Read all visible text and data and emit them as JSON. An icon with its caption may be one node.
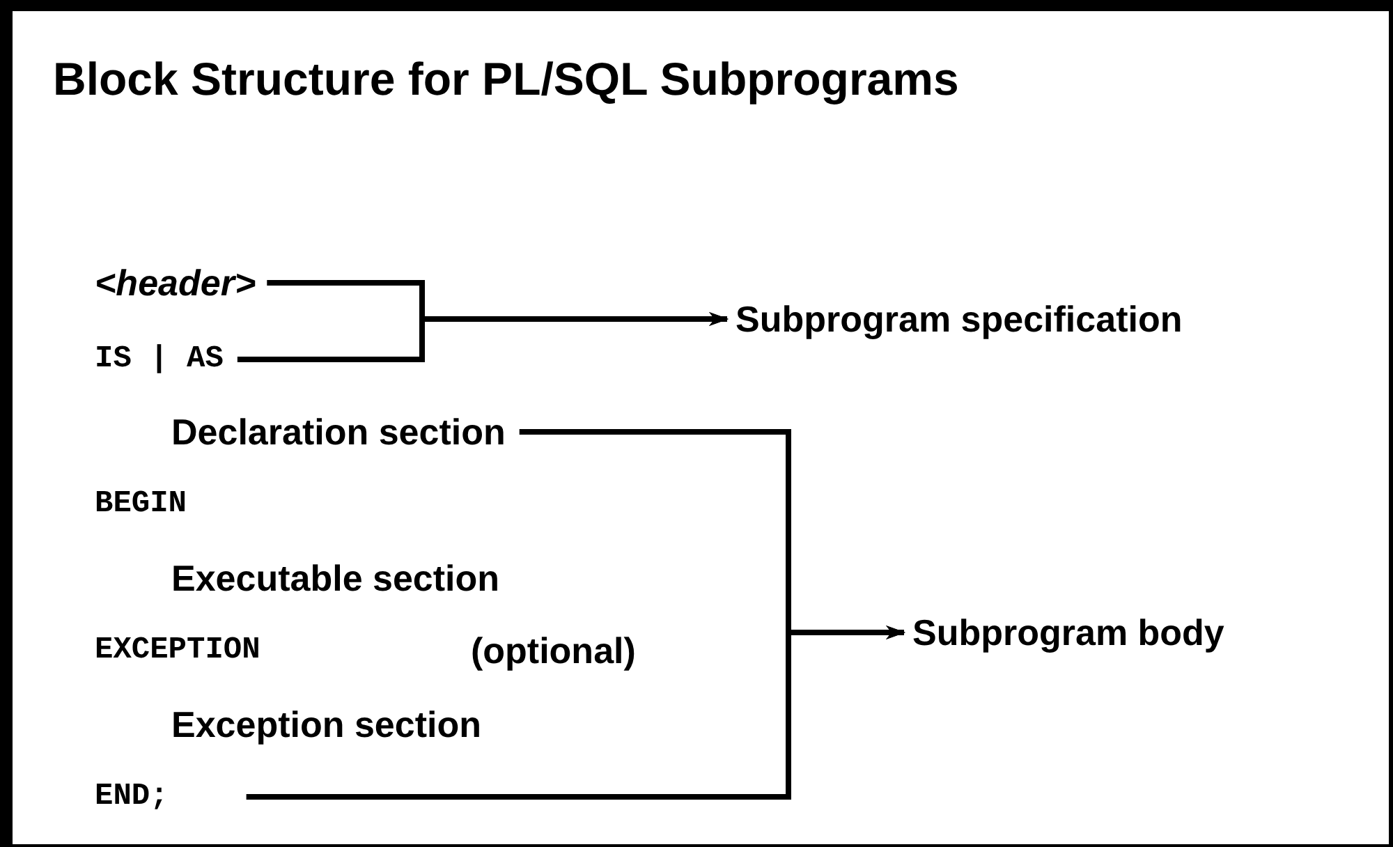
{
  "diagram": {
    "title": "Block Structure for PL/SQL Subprograms",
    "nodes": [
      {
        "text": [
          "<header>"
        ]
      },
      {
        "text": [
          "IS | AS"
        ]
      },
      {
        "text": [
          "Subprogram specification"
        ]
      },
      {
        "text": [
          "Declaration section"
        ]
      },
      {
        "text": [
          "END;"
        ]
      },
      {
        "text": [
          "Subprogram body"
        ]
      }
    ],
    "edges": [
      {
        "from": 0,
        "to": 2,
        "arrow": "to"
      },
      {
        "from": 1,
        "to": 2,
        "arrow": "to"
      },
      {
        "from": 3,
        "to": 5,
        "arrow": "to"
      },
      {
        "from": 4,
        "to": 5,
        "arrow": "to"
      }
    ],
    "labels": [
      "BEGIN",
      "Executable section",
      "EXCEPTION",
      "(optional)",
      "Exception section"
    ]
  }
}
